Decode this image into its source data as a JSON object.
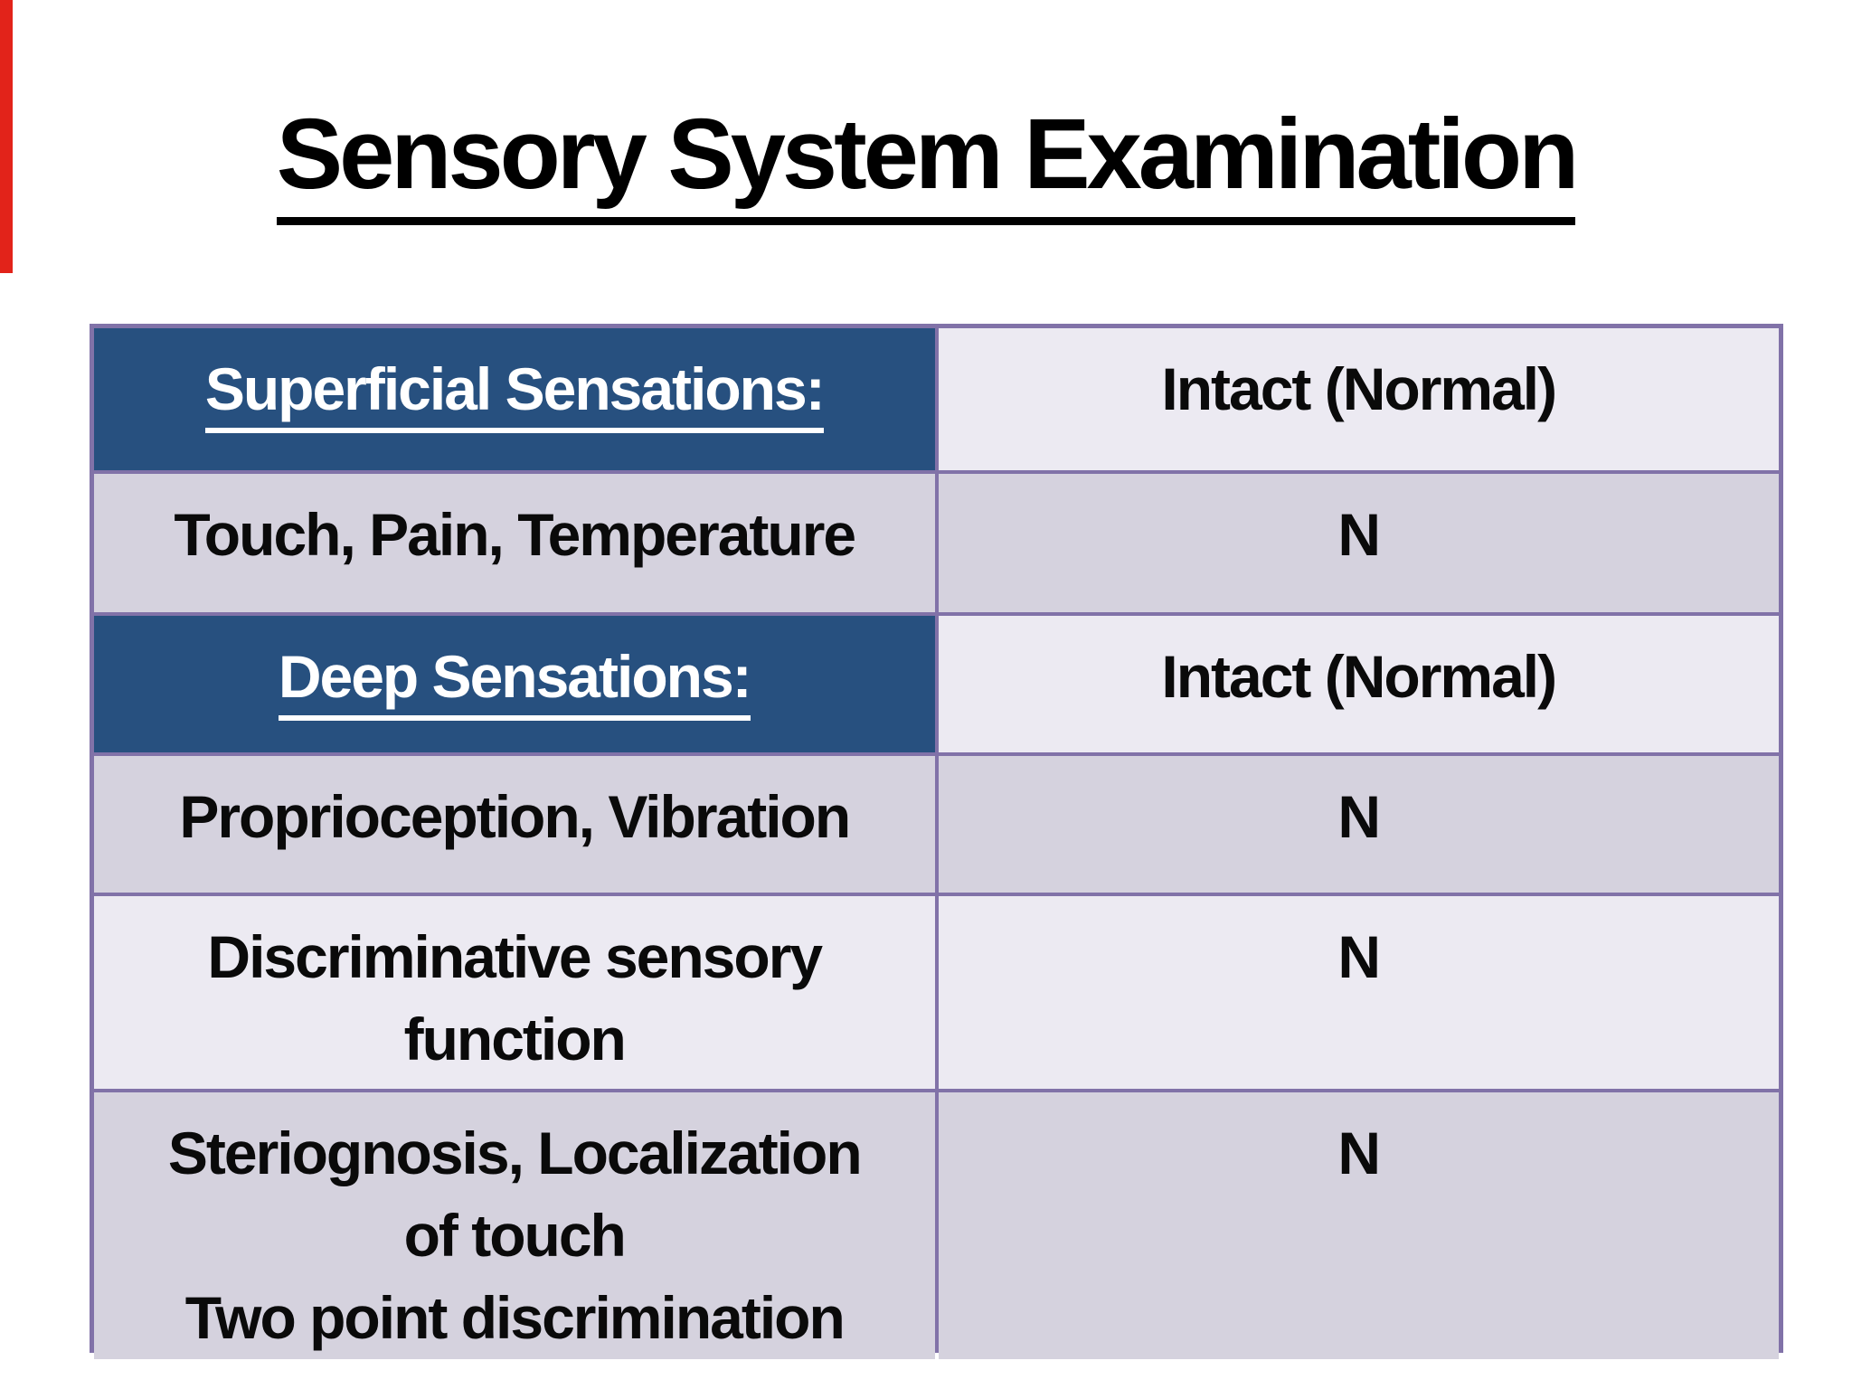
{
  "page": {
    "title": "Sensory System Examination",
    "background_color": "#ffffff"
  },
  "colors": {
    "section_header_cell_bg": "#27507f",
    "row_bg_light": "#eceaf2",
    "row_bg_dark": "#d5d2de",
    "table_border": "#8172a8",
    "section_header_text": "#ffffff",
    "body_text": "#0a0a0a",
    "title_text": "#000000",
    "left_edge_red_mark": "#e2231a"
  },
  "table": {
    "rows": [
      {
        "role": "section-header",
        "shade": "light",
        "label_lines": [
          "Superficial Sensations:"
        ],
        "value": "Intact (Normal)"
      },
      {
        "role": "item",
        "shade": "dark",
        "label_lines": [
          "Touch, Pain, Temperature"
        ],
        "value": "N"
      },
      {
        "role": "section-header",
        "shade": "light",
        "label_lines": [
          "Deep Sensations:"
        ],
        "value": "Intact (Normal)"
      },
      {
        "role": "item",
        "shade": "dark",
        "label_lines": [
          "Proprioception, Vibration"
        ],
        "value": "N"
      },
      {
        "role": "item",
        "shade": "light",
        "label_lines": [
          "Discriminative sensory",
          "function"
        ],
        "value": "N"
      },
      {
        "role": "item",
        "shade": "dark",
        "label_lines": [
          "Steriognosis, Localization",
          "of touch",
          "Two point discrimination"
        ],
        "value": "N"
      }
    ]
  }
}
